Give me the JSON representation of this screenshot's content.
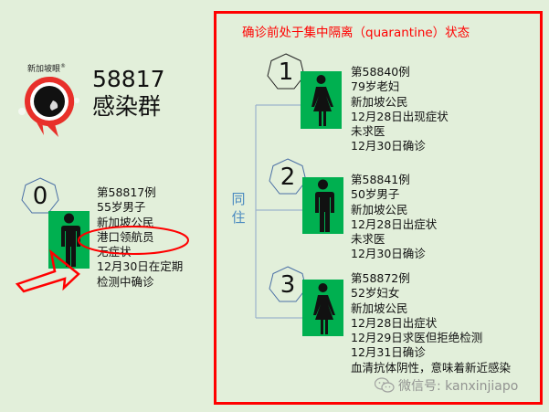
{
  "logo": {
    "brand_text": "新加坡眼",
    "registered_mark": "®",
    "icon": "eye-icon"
  },
  "cluster": {
    "case_number": "58817",
    "label": "感染群"
  },
  "index_case": {
    "badge": "0",
    "icon": "male-person-icon",
    "lines": [
      "第58817例",
      "55岁男子",
      "新加坡公民",
      "港口领航员",
      "无症状",
      "12月30日在定期",
      "检测中确诊"
    ],
    "highlighted_line": "港口领航员"
  },
  "quarantine_frame": {
    "title": "确诊前处于集中隔离（quarantine）状态",
    "relation_label": "同住",
    "cases": [
      {
        "badge": "1",
        "icon": "female-person-icon",
        "lines": [
          "第58840例",
          "79岁老妇",
          "新加坡公民",
          "12月28日出现症状",
          "未求医",
          "12月30日确诊"
        ]
      },
      {
        "badge": "2",
        "icon": "male-person-icon",
        "lines": [
          "第58841例",
          "50岁男子",
          "新加坡公民",
          "12月28日出症状",
          "未求医",
          "12月30日确诊"
        ]
      },
      {
        "badge": "3",
        "icon": "female-person-icon",
        "lines": [
          "第58872例",
          "52岁妇女",
          "新加坡公民",
          "12月28日出症状",
          "12月29日求医但拒绝检测",
          "12月31日确诊",
          "血清抗体阴性，意味着新近感染"
        ]
      }
    ]
  },
  "watermark": {
    "icon": "wechat-icon",
    "text": "微信号: kanxinjiapo"
  },
  "colors": {
    "background": "#e2efda",
    "accent_red": "#ff0000",
    "person_green": "#00b050",
    "hexagon_blue": "#4a6fa5",
    "relation_blue": "#4a8ac0",
    "bracket_line": "#9db3cc"
  }
}
